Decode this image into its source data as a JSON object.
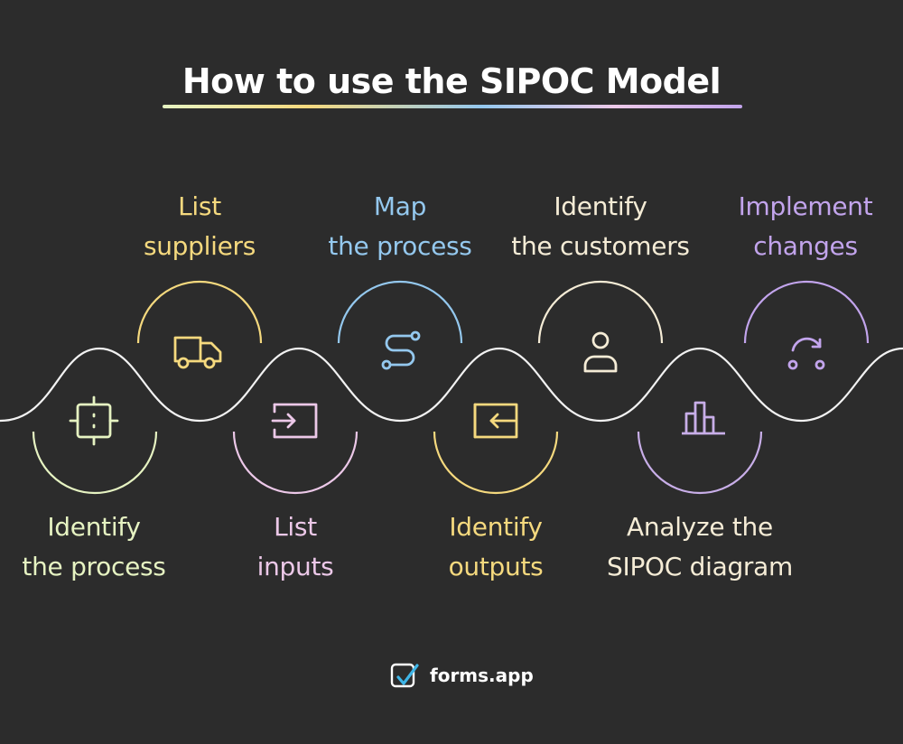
{
  "title": "How to use the SIPOC Model",
  "colors": {
    "background": "#2c2c2c",
    "title": "#ffffff",
    "green": "#e6f3c2",
    "yellow": "#f5d97e",
    "pink": "#ecc8e8",
    "blue": "#94c8ee",
    "cream": "#f5ecd6",
    "lavender": "#c8aee8",
    "purple": "#c2a4ec",
    "wave": "#f2f2f2"
  },
  "steps": [
    {
      "line1": "Identify",
      "line2": "the process",
      "icon": "crosshair-icon",
      "color": "#e6f3c2"
    },
    {
      "line1": "List",
      "line2": "suppliers",
      "icon": "truck-icon",
      "color": "#f5d97e"
    },
    {
      "line1": "List",
      "line2": "inputs",
      "icon": "input-arrow-icon",
      "color": "#ecc8e8"
    },
    {
      "line1": "Map",
      "line2": "the process",
      "icon": "route-icon",
      "color": "#94c8ee"
    },
    {
      "line1": "Identify",
      "line2": "outputs",
      "icon": "output-arrow-icon",
      "color": "#f5d97e"
    },
    {
      "line1": "Identify",
      "line2": "the customers",
      "icon": "user-icon",
      "color": "#f5ecd6"
    },
    {
      "line1": "Analyze the",
      "line2": "SIPOC diagram",
      "icon": "bar-chart-icon",
      "color": "#c8aee8"
    },
    {
      "line1": "Implement",
      "line2": "changes",
      "icon": "redo-icon",
      "color": "#c2a4ec"
    }
  ],
  "brand": {
    "name": "forms.app",
    "icon": "forms-app-logo-icon"
  }
}
